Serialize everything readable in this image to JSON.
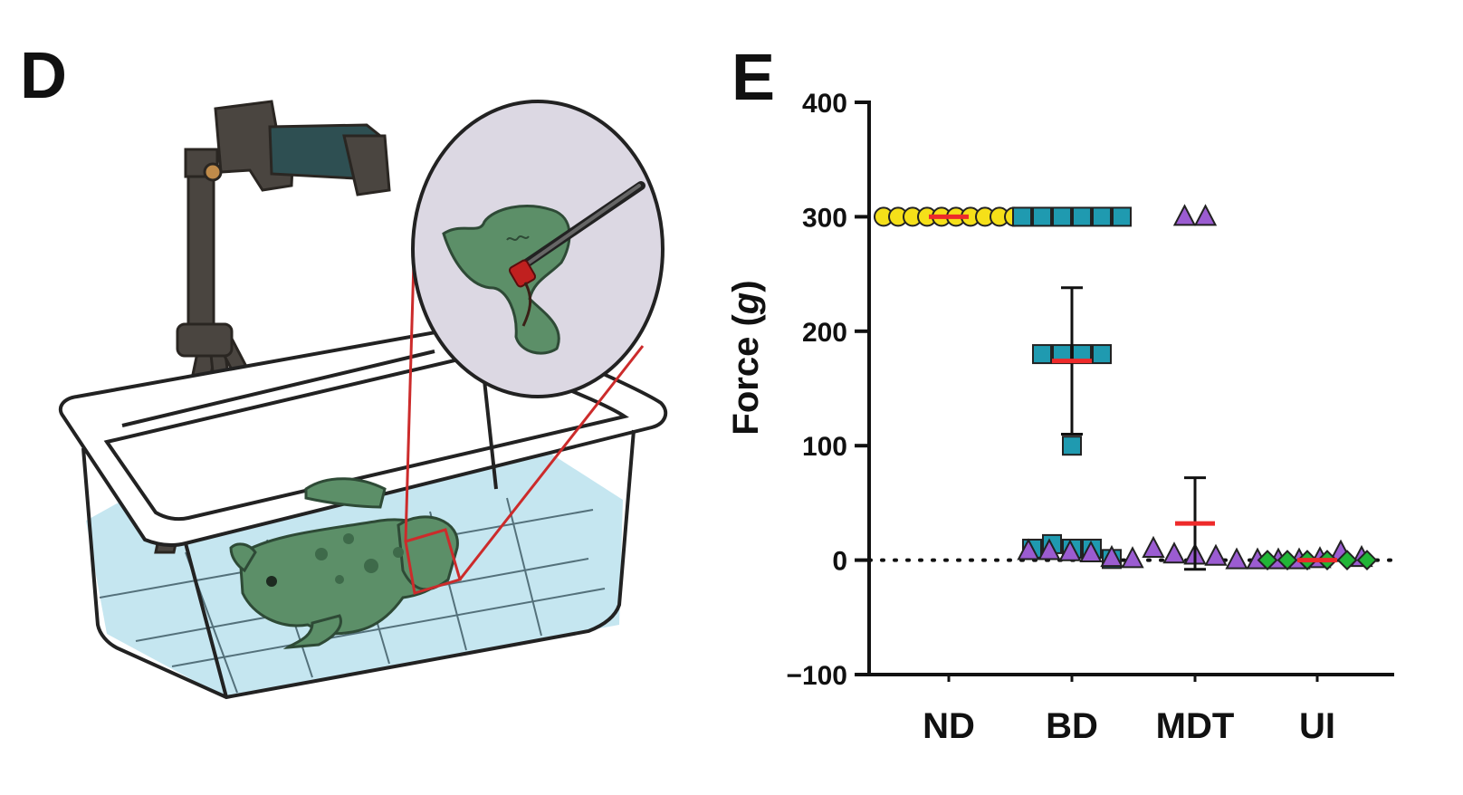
{
  "panels": {
    "left_label": "D",
    "right_label": "E"
  },
  "illustration": {
    "subject": "frog in water-filled container with camera tripod and magnified inset showing probe on hind foot",
    "colors": {
      "water": "#c5e6f0",
      "frog": "#5c8f68",
      "tripod": "#4a4540",
      "inset_bg": "#dcd8e3",
      "zoom_lines": "#cc2b2b"
    }
  },
  "chart_data": {
    "type": "scatter",
    "xlabel": "",
    "ylabel_prefix": "Force (",
    "ylabel_var": "g",
    "ylabel_suffix": ")",
    "ylim": [
      -100,
      400
    ],
    "yticks": [
      "400",
      "300",
      "200",
      "100",
      "0",
      "−100"
    ],
    "ytick_values": [
      400,
      300,
      200,
      100,
      0,
      -100
    ],
    "categories": [
      "ND",
      "BD",
      "MDT",
      "UI"
    ],
    "zero_reference_line": "dotted",
    "grid": false,
    "legend": "none",
    "series": [
      {
        "category": "ND",
        "marker": "circle",
        "color": "#f5e019",
        "values": [
          300,
          300,
          300,
          300,
          300,
          300,
          300,
          300,
          300,
          300
        ],
        "mean": 300,
        "sd": 0
      },
      {
        "category": "BD",
        "marker": "square",
        "color": "#1f9ab0",
        "values": [
          300,
          300,
          300,
          300,
          300,
          300,
          180,
          180,
          180,
          180,
          100,
          10,
          14,
          10,
          10,
          1
        ],
        "mean": 174,
        "sd": 64
      },
      {
        "category": "MDT",
        "marker": "triangle",
        "color": "#9b5cd1",
        "values": [
          300,
          300,
          8,
          8,
          7,
          6,
          2,
          1,
          10,
          5,
          4,
          3,
          0,
          0,
          0,
          0,
          1,
          7,
          2
        ],
        "mean": 32,
        "sd": 40
      },
      {
        "category": "UI",
        "marker": "diamond",
        "color": "#22b537",
        "values": [
          0,
          0,
          0,
          0,
          0,
          0
        ],
        "mean": 0,
        "sd": 0
      }
    ],
    "mean_line_color": "#ee2a2a"
  }
}
